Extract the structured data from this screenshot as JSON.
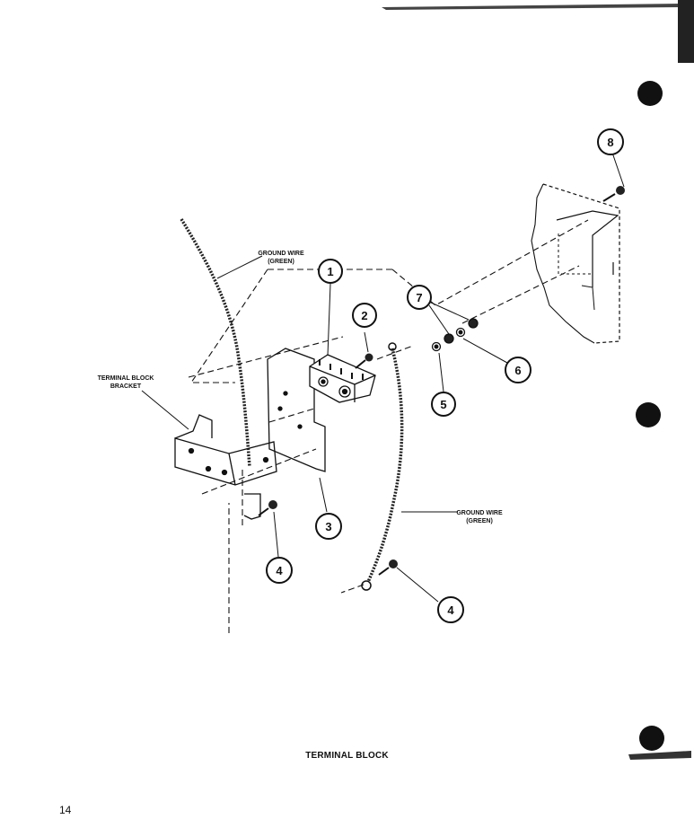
{
  "labels": {
    "ground_wire_top_1": "GROUND WIRE",
    "ground_wire_top_2": "(GREEN)",
    "terminal_block_bracket_1": "TERMINAL BLOCK",
    "terminal_block_bracket_2": "BRACKET",
    "ground_wire_bottom_1": "GROUND WIRE",
    "ground_wire_bottom_2": "(GREEN)"
  },
  "callouts": [
    "1",
    "2",
    "3",
    "4",
    "4",
    "5",
    "6",
    "7",
    "8"
  ],
  "title": "TERMINAL BLOCK",
  "page_number": "14"
}
